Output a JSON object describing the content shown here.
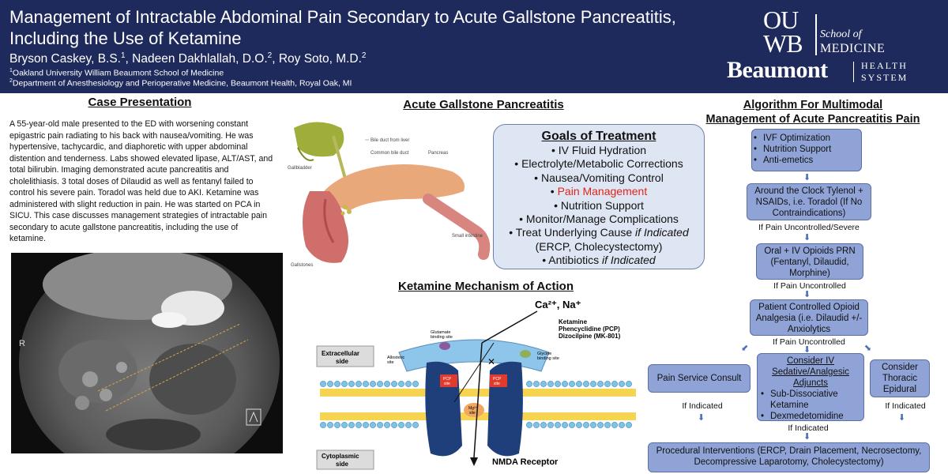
{
  "header": {
    "title": "Management of Intractable Abdominal Pain Secondary to Acute Gallstone Pancreatitis, Including the Use of Ketamine",
    "authors": [
      {
        "name": "Bryson Caskey, B.S.",
        "sup": "1"
      },
      {
        "name": "Nadeen Dakhlallah, D.O.",
        "sup": "2"
      },
      {
        "name": "Roy Soto, M.D.",
        "sup": "2"
      }
    ],
    "affiliations": [
      {
        "sup": "1",
        "text": "Oakland University William Beaumont School of Medicine"
      },
      {
        "sup": "2",
        "text": "Department of Anesthesiology and Perioperative Medicine, Beaumont Health, Royal Oak, MI"
      }
    ],
    "logo_ouwb": {
      "ou": "OU",
      "wb": "WB",
      "school": "School of",
      "medicine": "MEDICINE"
    },
    "logo_beaumont": {
      "name": "Beaumont",
      "health": "HEALTH",
      "system": "SYSTEM"
    },
    "colors": {
      "banner": "#1f2a5c",
      "text": "#ffffff"
    }
  },
  "case": {
    "heading": "Case Presentation",
    "lines": [
      "A 55-year-old male presented to the ED with worsening constant",
      "epigastric pain radiating to his back with nausea/vomiting. He was",
      "hypertensive, tachycardic, and diaphoretic with upper abdominal",
      "distention and tenderness. Labs showed elevated lipase, ALT/AST, and",
      "total bilirubin. Imaging demonstrated acute pancreatitis and",
      "cholelithiasis. 3 total doses of Dilaudid as well as fentanyl failed to",
      "control his severe pain. Toradol was held due to AKI. Ketamine was",
      "administered with slight reduction in pain. He was started on PCA in",
      "SICU. This case discusses management strategies of intractable pain",
      "secondary to acute gallstone pancreatitis, including the use of",
      "ketamine."
    ],
    "ct_label": "R"
  },
  "pancreatitis": {
    "heading": "Acute Gallstone Pancreatitis",
    "image_labels": {
      "bile_duct": "Bile duct from liver",
      "common_bile": "Common bile duct",
      "pancreas": "Pancreas",
      "gallbladder": "Gallbladder",
      "small_intestine": "Small intestine",
      "gallstones": "Gallstones"
    },
    "goals": {
      "title": "Goals of Treatment",
      "items": [
        {
          "text": "IV Fluid Hydration",
          "highlight": false
        },
        {
          "text": "Electrolyte/Metabolic Corrections",
          "highlight": false
        },
        {
          "text": "Nausea/Vomiting Control",
          "highlight": false
        },
        {
          "text": "Pain Management",
          "highlight": true
        },
        {
          "text": "Nutrition Support",
          "highlight": false
        },
        {
          "text": "Monitor/Manage Complications",
          "highlight": false
        }
      ],
      "treat": {
        "text": "Treat Underlying Cause ",
        "italic": "if Indicated"
      },
      "treat2": "(ERCP, Cholecystectomy)",
      "antibiotics": {
        "text": "Antibiotics ",
        "italic": "if Indicated"
      },
      "highlight_color": "#e0241b"
    }
  },
  "ketamine": {
    "heading": "Ketamine Mechanism of Action",
    "ions": "Ca²⁺, Na⁺",
    "drugs": [
      "Ketamine",
      "Phencyclidine (PCP)",
      "Dizocilpine (MK-801)"
    ],
    "glutamate": [
      "Glutamate",
      "binding site"
    ],
    "glycine": [
      "Glycine",
      "binding site"
    ],
    "allosteric": [
      "Allosteric",
      "site"
    ],
    "pcp_site": [
      "PCP",
      "site"
    ],
    "mg_site": [
      "Mg²⁺",
      "site"
    ],
    "extracellular": [
      "Extracellular",
      "side"
    ],
    "cytoplasmic": [
      "Cytoplasmic",
      "side"
    ],
    "receptor": "NMDA Receptor"
  },
  "algorithm": {
    "heading_line1": "Algorithm For Multimodal",
    "heading_line2": "Management of Acute Pancreatitis Pain",
    "box1": [
      "IVF Optimization",
      "Nutrition Support",
      "Anti-emetics"
    ],
    "box2": "Around the Clock Tylenol + NSAIDs, i.e. Toradol (If No Contraindications)",
    "label1": "If Pain Uncontrolled/Severe",
    "box3": "Oral + IV Opioids PRN (Fentanyl, Dilaudid, Morphine)",
    "label2": "If Pain Uncontrolled",
    "box4": "Patient Controlled Opioid Analgesia (i.e. Dilaudid +/- Anxiolytics",
    "label3": "If Pain Uncontrolled",
    "box_left": "Pain Service Consult",
    "box_center_title": "Consider IV Sedative/Analgesic Adjuncts",
    "box_center_items": [
      "Sub-Dissociative Ketamine",
      "Dexmedetomidine"
    ],
    "box_right": "Consider Thoracic Epidural",
    "if_indicated": "If Indicated",
    "box_final": "Procedural Interventions (ERCP, Drain Placement, Necrosectomy, Decompressive Laparotomy, Cholecystectomy)",
    "colors": {
      "box_fill": "#8fa3d6",
      "box_border": "#5b6fa6",
      "arrow": "#4a6fb8"
    }
  }
}
